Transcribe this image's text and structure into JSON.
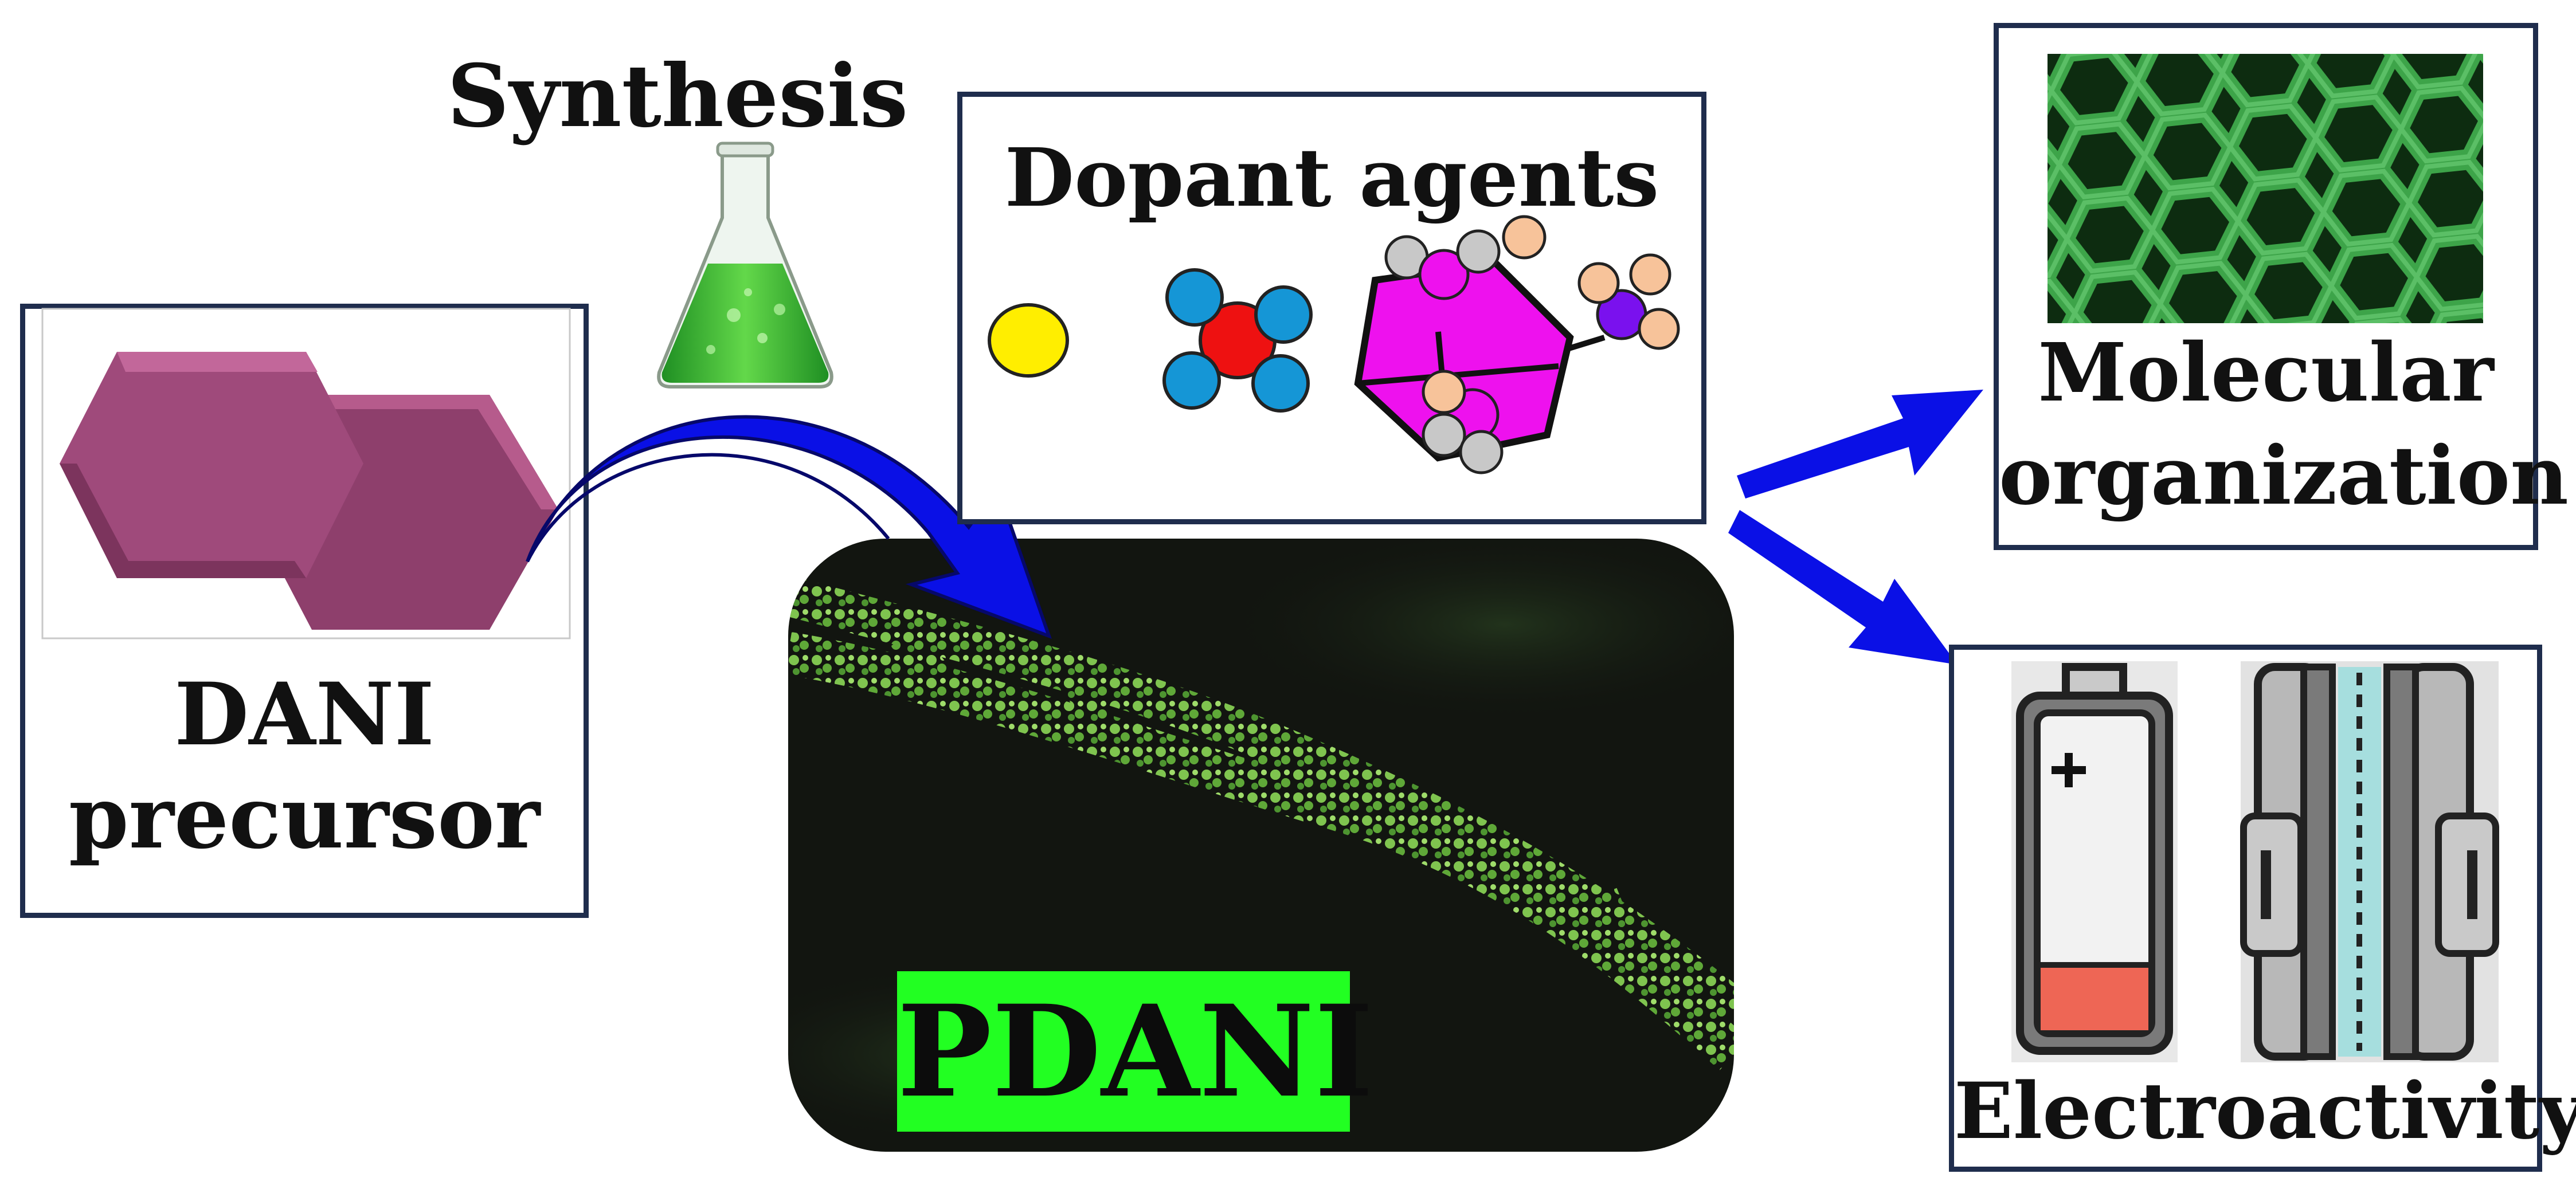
{
  "diagram": {
    "title_synthesis": "Synthesis",
    "dani_box": {
      "line1": "DANI",
      "line2": "precursor"
    },
    "dopant_box": {
      "title": "Dopant agents"
    },
    "pdani_label": "PDANI",
    "molecular_box": {
      "line1": "Molecular",
      "line2": "organization"
    },
    "electro_box": {
      "title": "Electroactivity"
    }
  },
  "colors": {
    "frame": "#1f2d4d",
    "arrow": "#0a10e6",
    "hexagon": "#9a4676",
    "flask_liquid": "#39b53a",
    "pdani_label_bg": "#22ff22",
    "dopant_yellow": "#ffee00",
    "dopant_red": "#ee1111",
    "dopant_blue": "#1596d6",
    "dopant_magenta": "#ee11ee",
    "dopant_purple": "#7a11ee",
    "dopant_peach": "#f7c39a",
    "dopant_gray": "#c8c8c8",
    "battery_red": "#ee6655",
    "separator_cyan": "#a6dede"
  },
  "icons": [
    "flask-icon",
    "hexagon-crystals",
    "honeycomb-lattice",
    "battery-icon",
    "supercapacitor-icon",
    "curved-arrow",
    "straight-arrow"
  ]
}
